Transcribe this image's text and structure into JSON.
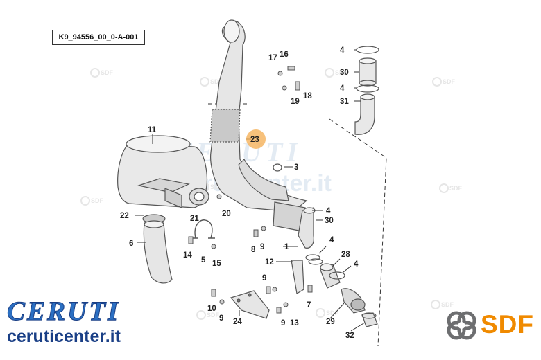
{
  "drawing_code": "K9_94556_00_0-A-001",
  "watermark": {
    "brand": "CERUTI",
    "url": "ceruticenter.it",
    "small_mark": "SDF"
  },
  "branding": {
    "ceruti_logo": "CERUTI",
    "ceruti_url": "ceruticenter.it",
    "sdf_logo": "SDF",
    "colors": {
      "ceruti_blue": "#2b6fc2",
      "ceruti_navy": "#1a3f86",
      "sdf_orange": "#f08a00",
      "sdf_gray": "#6d6e70",
      "highlight": "#f5b25a"
    }
  },
  "callouts": {
    "p1": "1",
    "p3": "3",
    "p4a": "4",
    "p4b": "4",
    "p4c": "4",
    "p4d": "4",
    "p4e": "4",
    "p5": "5",
    "p6": "6",
    "p7": "7",
    "p8": "8",
    "p9a": "9",
    "p9b": "9",
    "p9c": "9",
    "p9d": "9",
    "p10": "10",
    "p11": "11",
    "p12": "12",
    "p13": "13",
    "p14": "14",
    "p15": "15",
    "p16": "16",
    "p17": "17",
    "p18": "18",
    "p19": "19",
    "p20": "20",
    "p21": "21",
    "p22": "22",
    "p23": "23",
    "p24": "24",
    "p28": "28",
    "p29": "29",
    "p30a": "30",
    "p30b": "30",
    "p31": "31",
    "p32": "32"
  }
}
